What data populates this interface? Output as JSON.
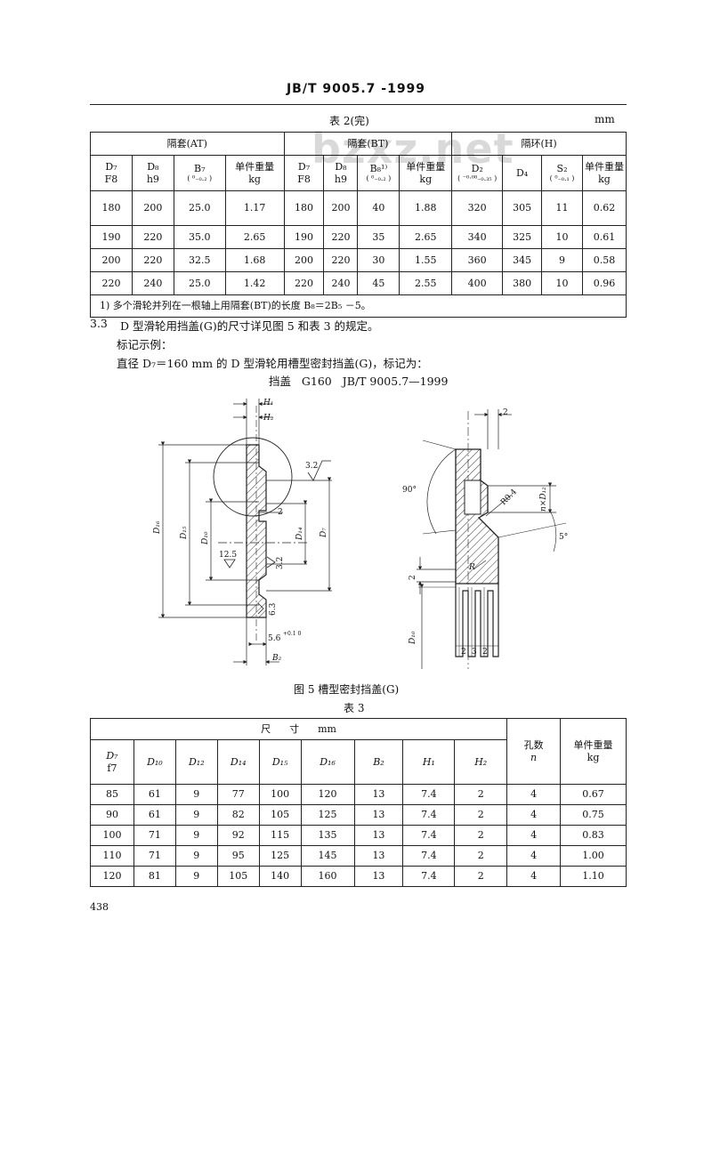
{
  "header": {
    "standard": "JB/T 9005.7 -1999"
  },
  "watermark": "bzxz.net",
  "table2": {
    "title": "表 2(完)",
    "unit": "mm",
    "groups": [
      "隔套(AT)",
      "隔套(BT)",
      "隔环(H)"
    ],
    "head1": [
      "D₇",
      "D₈",
      "B₇",
      "单件重量",
      "D₇",
      "D₈",
      "B₈¹⁾",
      "单件重量",
      "D₂",
      "D₄",
      "S₂",
      "单件重量"
    ],
    "head2": [
      "F8",
      "h9",
      "( ⁰₋₀.₂ )",
      "kg",
      "F8",
      "h9",
      "( ⁰₋₀.₂ )",
      "kg",
      "( ⁻⁰·⁰⁸₋₀.₃₅ )",
      "",
      "( ⁰₋₀.₁ )",
      "kg"
    ],
    "rows": [
      [
        "180",
        "200",
        "25.0",
        "1.17",
        "180",
        "200",
        "40",
        "1.88",
        "320",
        "305",
        "11",
        "0.62"
      ],
      [
        "190",
        "220",
        "35.0",
        "2.65",
        "190",
        "220",
        "35",
        "2.65",
        "340",
        "325",
        "10",
        "0.61"
      ],
      [
        "200",
        "220",
        "32.5",
        "1.68",
        "200",
        "220",
        "30",
        "1.55",
        "360",
        "345",
        "9",
        "0.58"
      ],
      [
        "220",
        "240",
        "25.0",
        "1.42",
        "220",
        "240",
        "45",
        "2.55",
        "400",
        "380",
        "10",
        "0.96"
      ]
    ],
    "note": "1) 多个滑轮并列在一根轴上用隔套(BT)的长度 B₈＝2B₅ －5。"
  },
  "section": {
    "num": "3.3",
    "text": "D 型滑轮用挡盖(G)的尺寸详见图 5 和表 3 的规定。",
    "example_label": "标记示例：",
    "example_text": "直径 D₇＝160 mm 的 D 型滑轮用槽型密封挡盖(G)，标记为：",
    "mark": "挡盖   G160   JB/T 9005.7—1999"
  },
  "figure": {
    "caption": "图 5   槽型密封挡盖(G)",
    "left": {
      "H1": "H₁",
      "H2": "H₂",
      "D16": "D₁₆",
      "D15": "D₁₅",
      "D10": "D₁₀",
      "D14": "D₁₄",
      "D7": "D₇",
      "r32a": "3.2",
      "r32b": "3.2",
      "r125": "12.5",
      "r63": "6.3",
      "d2": "2",
      "d56": "5.6",
      "d56tol": "+0.1 0",
      "B2": "B₂"
    },
    "right": {
      "top2": "2",
      "a90": "90°",
      "R04": "R0.4",
      "nD12": "n×D₁₂",
      "a5": "5°",
      "R": "R",
      "side2": "2",
      "D10": "D₁₀",
      "b1": "2",
      "b2": "3",
      "b3": "2"
    }
  },
  "table3": {
    "title": "表 3",
    "dim_header": "尺      寸      mm",
    "cols": [
      "D₇",
      "D₁₀",
      "D₁₂",
      "D₁₄",
      "D₁₅",
      "D₁₆",
      "B₂",
      "H₁",
      "H₂"
    ],
    "col0_sub": "f7",
    "holes": "孔数",
    "holes_sub": "n",
    "weight": "单件重量",
    "weight_sub": "kg",
    "rows": [
      [
        "85",
        "61",
        "9",
        "77",
        "100",
        "120",
        "13",
        "7.4",
        "2",
        "4",
        "0.67"
      ],
      [
        "90",
        "61",
        "9",
        "82",
        "105",
        "125",
        "13",
        "7.4",
        "2",
        "4",
        "0.75"
      ],
      [
        "100",
        "71",
        "9",
        "92",
        "115",
        "135",
        "13",
        "7.4",
        "2",
        "4",
        "0.83"
      ],
      [
        "110",
        "71",
        "9",
        "95",
        "125",
        "145",
        "13",
        "7.4",
        "2",
        "4",
        "1.00"
      ],
      [
        "120",
        "81",
        "9",
        "105",
        "140",
        "160",
        "13",
        "7.4",
        "2",
        "4",
        "1.10"
      ]
    ]
  },
  "page_number": "438"
}
